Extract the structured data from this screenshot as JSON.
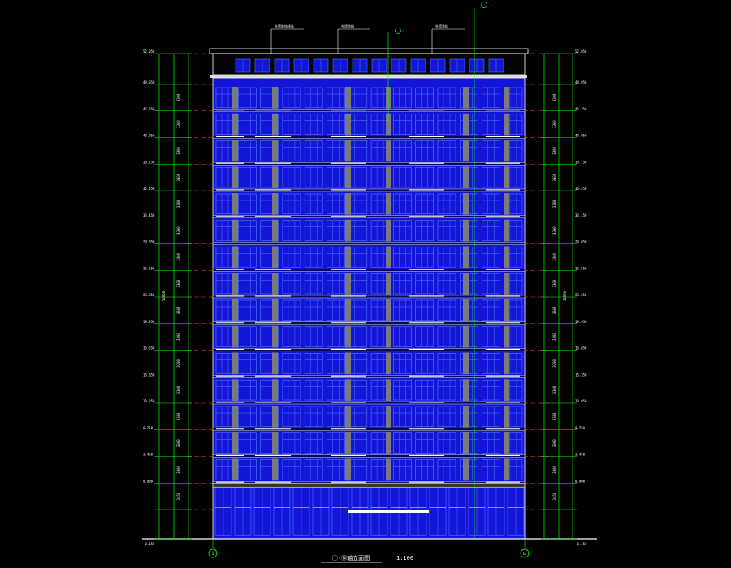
{
  "drawing": {
    "title": "①-⑭轴立面图",
    "scale": "1:100",
    "start_axis": "1",
    "end_axis": "14",
    "top_callouts": [
      "外墙装饰线条",
      "外墙涂料",
      "外墙涂料"
    ],
    "level_labels_left": [
      "52.050",
      "49.950",
      "46.350",
      "43.050",
      "39.750",
      "36.450",
      "33.150",
      "29.850",
      "26.550",
      "23.250",
      "19.950",
      "16.650",
      "13.350",
      "10.050",
      "6.750",
      "3.450",
      "0.000"
    ],
    "level_labels_right": [
      "52.050",
      "49.950",
      "46.350",
      "43.050",
      "39.750",
      "36.450",
      "33.150",
      "29.850",
      "26.550",
      "23.250",
      "19.950",
      "16.650",
      "13.350",
      "10.050",
      "6.750",
      "3.450",
      "0.000"
    ],
    "ground_label": "-0.150",
    "floor_dims": [
      "3300",
      "3300",
      "3300",
      "3300",
      "3300",
      "3300",
      "3300",
      "3300",
      "3300",
      "3300",
      "3300",
      "3300",
      "3300",
      "3300",
      "3300",
      "3450"
    ],
    "total_height": "52050"
  },
  "colors": {
    "background": "#000000",
    "glass": "#1515d8",
    "mullion": "#4b7bff",
    "pier": "#7a7a7a",
    "outline": "#ffffff",
    "dim": "#00ff00",
    "level_line": "#ff3030"
  }
}
